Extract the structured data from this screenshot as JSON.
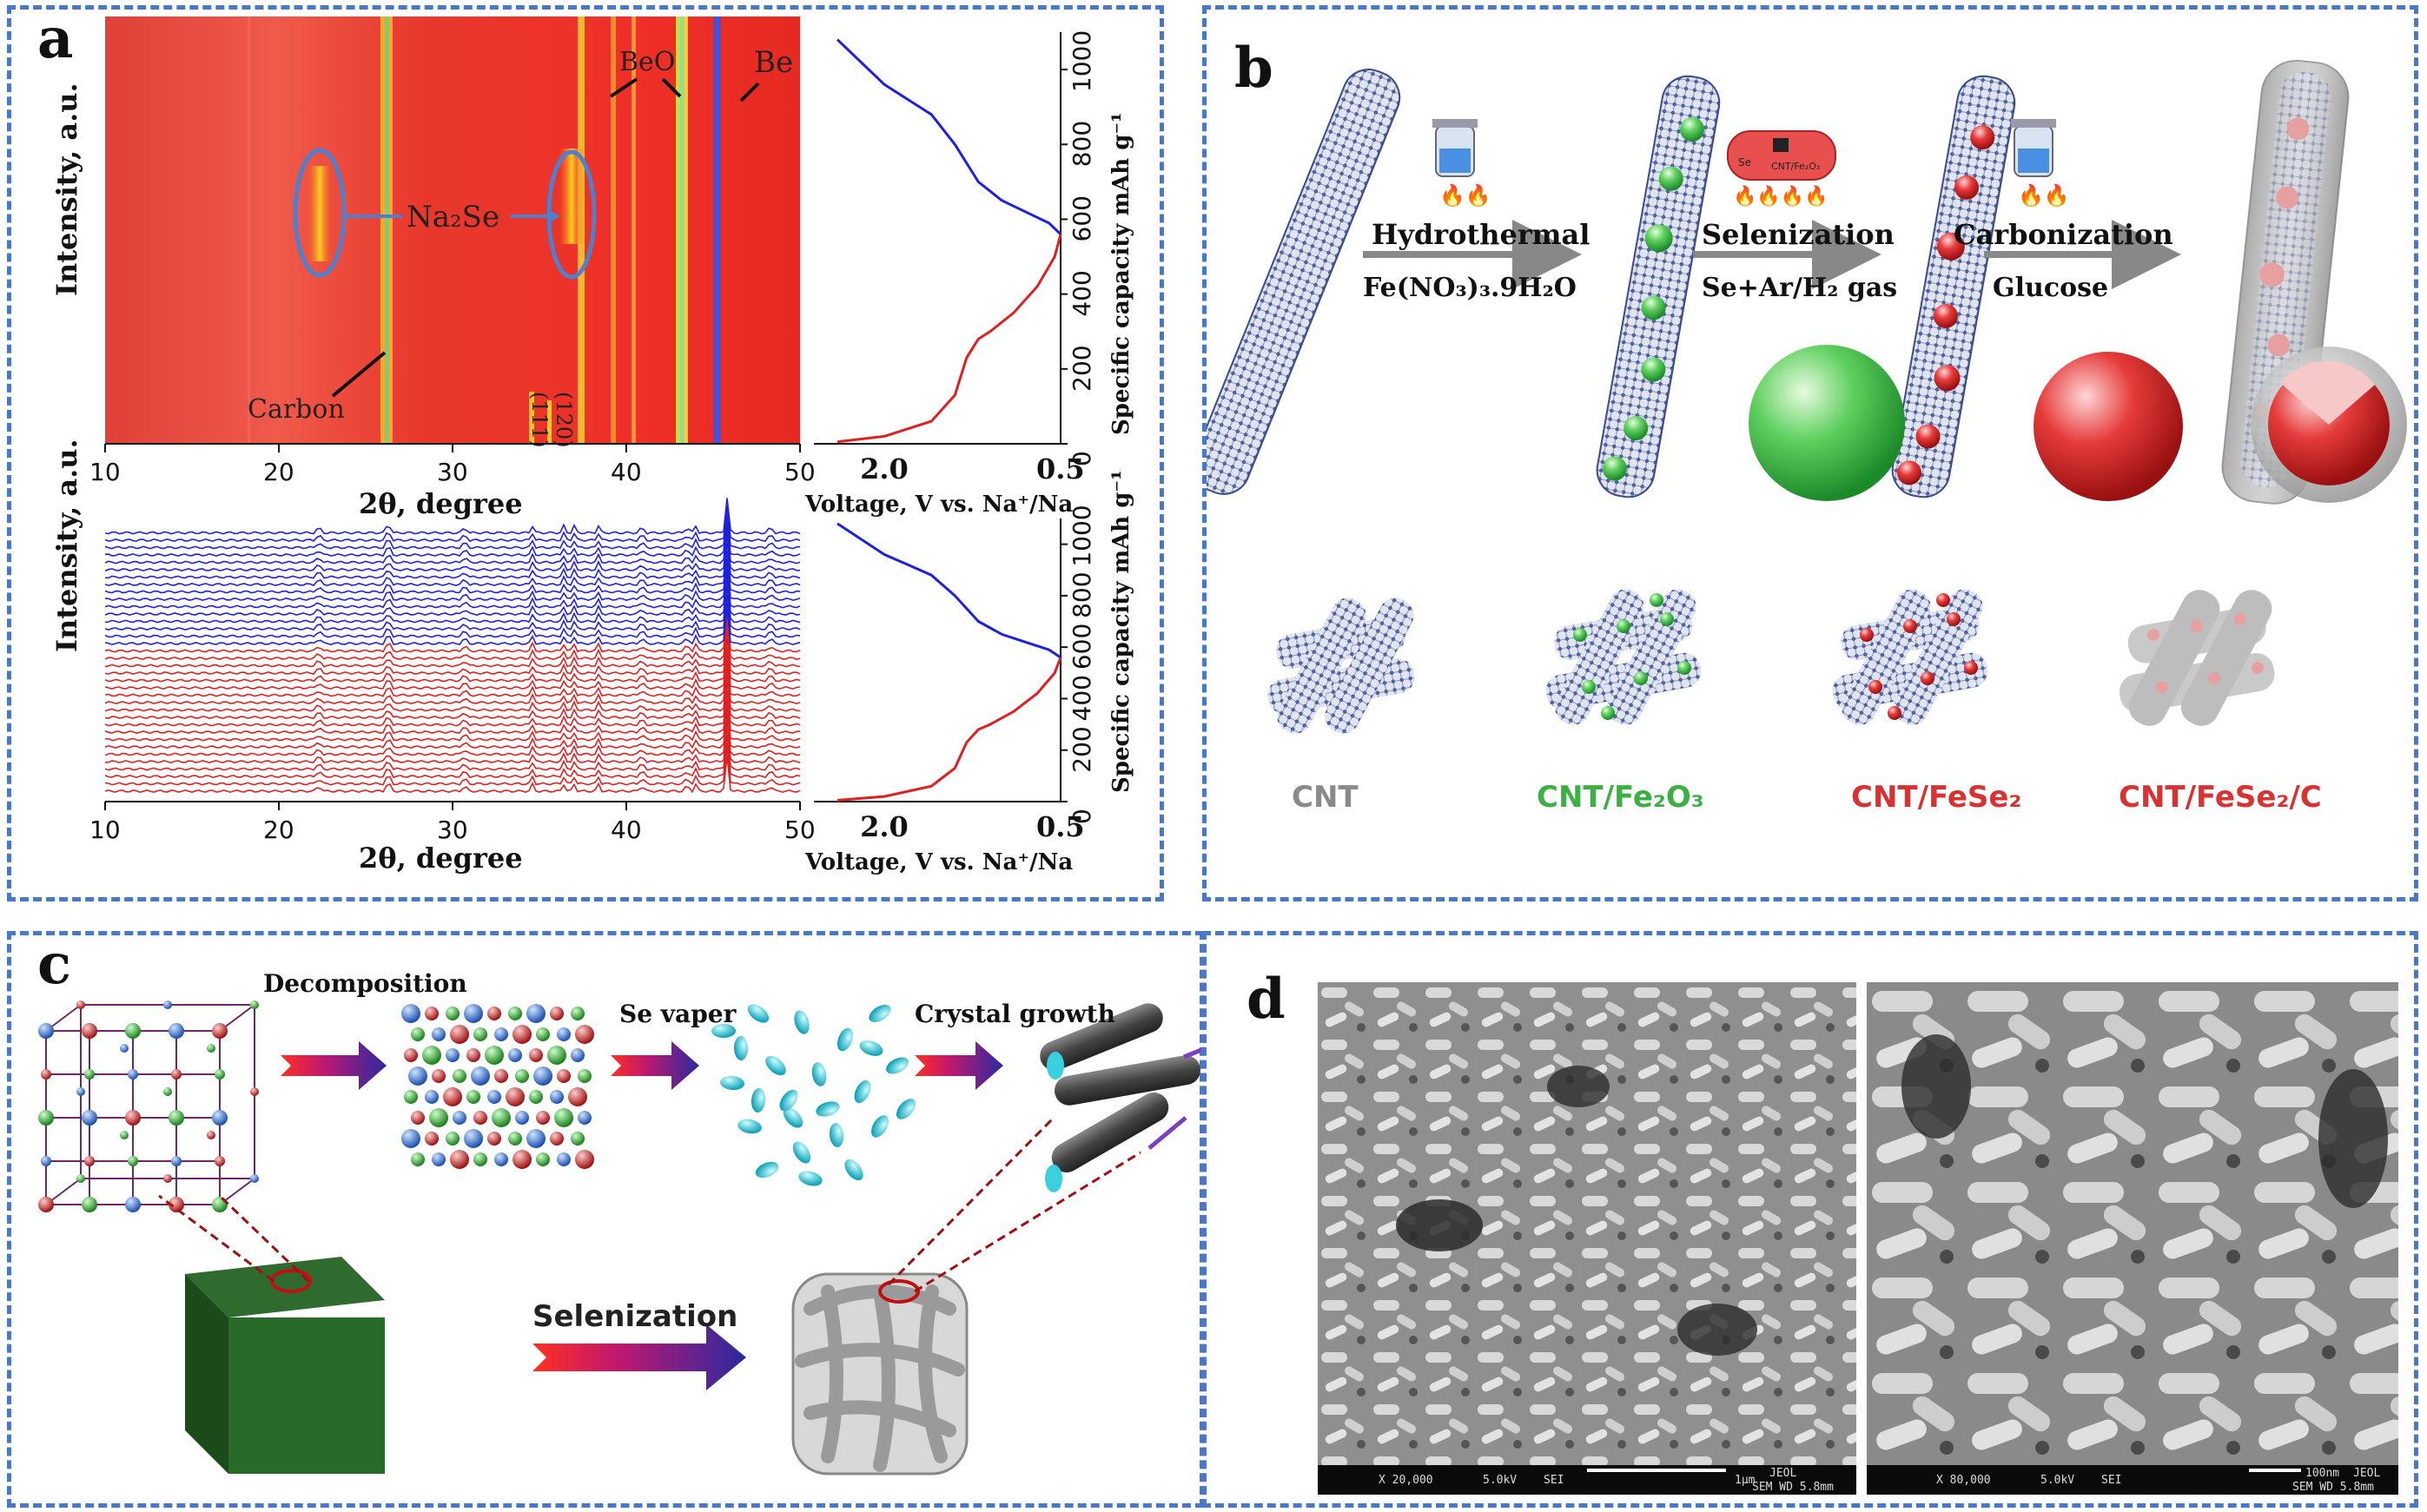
{
  "panels": {
    "a": {
      "label": "a",
      "top_plot": {
        "ylabel": "Intensity, a.u.",
        "xlabel": "2θ, degree",
        "x_ticks": [
          "10",
          "20",
          "30",
          "40",
          "50"
        ],
        "annotations": {
          "beo": "BeO",
          "be": "Be",
          "na2se": "Na₂Se",
          "carbon": "Carbon",
          "miller_111": "(111)",
          "miller_120": "(120)"
        }
      },
      "bottom_plot": {
        "ylabel": "Intensity, a.u.",
        "xlabel": "2θ, degree",
        "x_ticks": [
          "10",
          "20",
          "30",
          "40",
          "50"
        ]
      },
      "side_plot": {
        "xlabel": "Voltage, V vs. Na⁺/Na",
        "ylabel": "Specific capacity mAh g⁻¹",
        "x_ticks": [
          "2.0",
          "0.5"
        ],
        "y_ticks": [
          "0",
          "200",
          "400",
          "600",
          "800",
          "1000"
        ]
      },
      "colors": {
        "discharge": "#e02020",
        "charge": "#2020e0",
        "heatmap_base": "#e83a2a"
      }
    },
    "b": {
      "label": "b",
      "steps": [
        {
          "title": "Hydrothermal",
          "reagent": "Fe(NO₃)₃.9H₂O"
        },
        {
          "title": "Selenization",
          "reagent": "Se+Ar/H₂ gas"
        },
        {
          "title": "Carbonization",
          "reagent": "Glucose"
        }
      ],
      "furnace_text": {
        "left": "Se",
        "right": "CNT/Fe₂O₃"
      },
      "labels": [
        {
          "text": "CNT",
          "color": "#8a8a8a"
        },
        {
          "text": "CNT/Fe₂O₃",
          "color": "#3cb043"
        },
        {
          "text": "CNT/FeSe₂",
          "color": "#d83232"
        },
        {
          "text": "CNT/FeSe₂/C",
          "color": "#d83232"
        }
      ]
    },
    "c": {
      "label": "c",
      "steps": [
        "Decomposition",
        "Se vaper",
        "Crystal growth"
      ],
      "process": "Selenization"
    },
    "d": {
      "label": "d",
      "sem_left": {
        "mag": "X 20,000",
        "kv": "5.0kV",
        "mode": "SEI",
        "scale": "1μm",
        "org": "JEOL",
        "wd": "SEM WD 5.8mm"
      },
      "sem_right": {
        "mag": "X 80,000",
        "kv": "5.0kV",
        "mode": "SEI",
        "scale": "100nm",
        "org": "JEOL",
        "wd": "SEM WD 5.8mm"
      }
    }
  },
  "chart_data": [
    {
      "type": "line",
      "xlabel": "Voltage, V vs. Na⁺/Na",
      "ylabel": "Specific capacity mAh g⁻¹",
      "xlim": [
        2.6,
        0.5
      ],
      "ylim": [
        0,
        1100
      ],
      "series": [
        {
          "x": [
            2.4,
            2.0,
            1.6,
            1.4,
            1.3,
            1.2,
            1.1,
            0.9,
            0.7,
            0.55,
            0.5
          ],
          "y": [
            5,
            20,
            60,
            130,
            230,
            280,
            300,
            350,
            420,
            500,
            560
          ]
        },
        {
          "x": [
            0.5,
            0.6,
            0.8,
            1.0,
            1.2,
            1.4,
            1.6,
            1.8,
            2.0,
            2.2,
            2.4
          ],
          "y": [
            560,
            590,
            620,
            650,
            700,
            800,
            880,
            920,
            960,
            1020,
            1080
          ]
        }
      ]
    },
    {
      "type": "line",
      "xlabel": "2θ, degree",
      "ylabel": "Intensity, a.u.",
      "xlim": [
        10,
        50
      ],
      "peaks": [
        22.3,
        26.3,
        30.7,
        34.6,
        36.4,
        37.0,
        38.4,
        40.9,
        43.5,
        44.0,
        45.8,
        48.3
      ]
    }
  ]
}
